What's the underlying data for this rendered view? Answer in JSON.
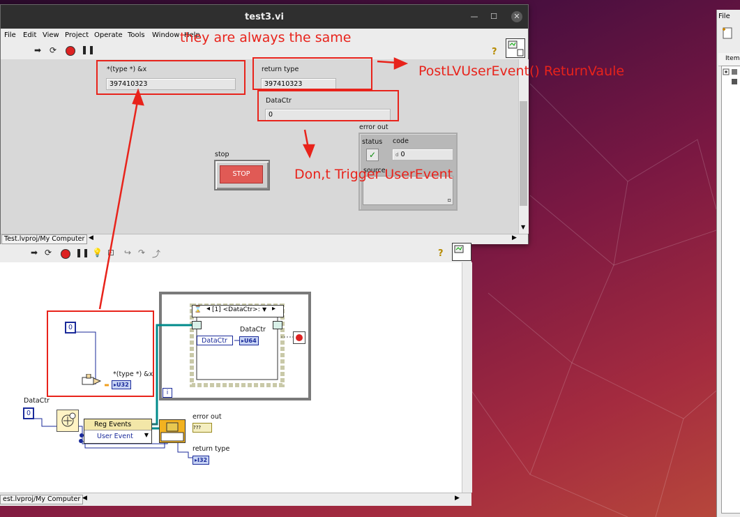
{
  "window": {
    "title": "test3.vi",
    "menu": [
      "File",
      "Edit",
      "View",
      "Project",
      "Operate",
      "Tools",
      "Window",
      "Help"
    ],
    "path": "Test.lvproj/My Computer",
    "bd_path": "est.lvproj/My Computer"
  },
  "front_panel": {
    "type_ptr_label": "*(type *) &x",
    "type_ptr_value": "397410323",
    "return_type_label": "return type",
    "return_type_value": "397410323",
    "datactr_label": "DataCtr",
    "datactr_value": "0",
    "stop_label": "stop",
    "stop_button": "STOP",
    "error_out_label": "error out",
    "status_label": "status",
    "code_label": "code",
    "code_value": "0",
    "code_prefix": "d",
    "source_label": "source"
  },
  "annotations": {
    "same": "they are always the same",
    "postlv": "PostLVUserEvent() ReturnVaule",
    "dont_trigger": "Don,t Trigger UserEvent"
  },
  "block_diagram": {
    "const_zero": "0",
    "type_ptr_label": "*(type *) &x",
    "u32_term": "U32",
    "datactr_label": "DataCtr",
    "datactr_const": "0",
    "event_case_selector": "[1] <DataCtr>:",
    "event_datactr_label": "DataCtr",
    "event_datactr_term": "DataCtr",
    "u64_term": "U64",
    "reg_events": "Reg Events",
    "user_event": "User Event",
    "error_out_label": "error out",
    "error_term": "???",
    "return_type_label": "return type",
    "i32_term": "I32",
    "loop_i": "i"
  },
  "right_window": {
    "menu_file": "File",
    "items_header": "Item"
  },
  "colors": {
    "annotation": "#e8231b",
    "wire_blue": "#1a2a9a",
    "wire_event": "#008b8b",
    "stop_red": "#e05a55"
  }
}
